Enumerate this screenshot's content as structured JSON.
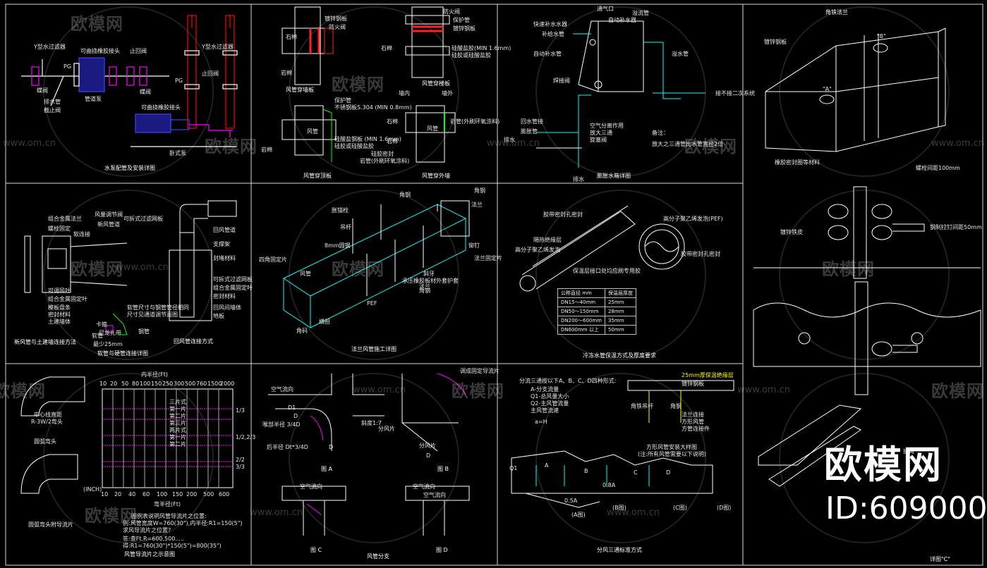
{
  "panels": {
    "p1": {
      "caption": "水泵配管及安装详图",
      "labels": [
        "Y型水过滤器",
        "可曲挠橡胶接头",
        "止回阀",
        "蝶阀",
        "排水管",
        "截止阀",
        "PG",
        "管道泵",
        "蝶阀",
        "Y型水过滤器",
        "止回阀",
        "PG",
        "可曲挠橡胶接头",
        "卧式泵"
      ]
    },
    "p2": {
      "caption_a": "风管穿墙板",
      "caption_b": "风管穿楼板",
      "caption_c": "风管穿顶板",
      "caption_d": "风管穿外墙",
      "labels": [
        "镀锌钢板",
        "防火阀",
        "石棉",
        "岩棉",
        "防火阀",
        "保护管",
        "镀锌钢板",
        "石棉",
        "硅酸盐胶(MIN 1.6mm)",
        "硅胶或硅酸盐胶",
        "保护管",
        "不锈钢板S.304 (MIN 0.8mm)",
        "风管",
        "硅酸盐钢板 (MIN 1.6mm)",
        "硅胶或硅酸盐胶",
        "岩棉",
        "墙内",
        "墙外",
        "石棉",
        "风管",
        "岩管(外刷环氧涂料)",
        "岩棉",
        "硅胶密封",
        "岩管(外刷环氧涂料)"
      ]
    },
    "p3": {
      "caption": "膨胀水箱详图",
      "labels": [
        "通气口",
        "溢流管",
        "自动补水器",
        "快速补水水器",
        "补给水管",
        "自动补水管",
        "焊接阀",
        "回水管接",
        "空气分离作用",
        "放大三通",
        "旋塞阀",
        "排水",
        "膨胀管",
        "溢水管",
        "接不接二次系统",
        "排水",
        "备注：",
        "放大之三通管比水管直径2倍"
      ]
    },
    "p4": {
      "caption": "角铁法兰",
      "labels": [
        "镀锌钢板",
        "\"B\"",
        "\"A\""
      ]
    },
    "p5": {
      "caption_a": "新风管与土建墙连接方法",
      "caption_b": "回风管连接方式",
      "caption_c": "软管与硬管连接详图",
      "labels": [
        "组合金属法兰",
        "螺栓固定",
        "软连接",
        "风量调节阀",
        "可拆式过滤网板",
        "新风管道",
        "可调风叶",
        "组合金属固定叶",
        "模板盘条",
        "密封材料",
        "土建墙体",
        "回风管道",
        "支撑架",
        "封堵材料",
        "可拆式过滤网板",
        "组合金属固定叶",
        "密封材料",
        "回风间墙体",
        "地板",
        "软管尺寸与钢管管径相同",
        "尺寸见通道调节面图",
        "卡箍",
        "尼龙扎带",
        "最少25mm",
        "软管",
        "钢管"
      ]
    },
    "p6": {
      "caption": "法兰风管施工详图",
      "labels": [
        "角钢",
        "胀锚栓",
        "吊杆",
        "8mm圆钢",
        "四角固定片",
        "风管",
        "横担",
        "角码",
        "法兰",
        "铆钉",
        "斜牙",
        "承压橡胶板材外套护套",
        "角钢",
        "PEF",
        "法兰",
        "法兰固定片",
        "角钢"
      ]
    },
    "p7": {
      "caption": "冷冻水管保温方式及厚度要求",
      "labels": [
        "胶带密封孔密封",
        "高分子聚乙烯发泡(PEF)",
        "隔热绝缘层",
        "高分子聚乙烯发泡",
        "保温层接口处均应刷专用胶",
        "胶带密封孔密封"
      ],
      "table": {
        "headers": [
          "公称直径 mm",
          "保温层厚度"
        ],
        "rows": [
          [
            "DN15～40mm",
            "25mm"
          ],
          [
            "DN50～150mm",
            "28mm"
          ],
          [
            "DN200～600mm",
            "35mm"
          ],
          [
            "DN600mm 以上",
            "50mm"
          ]
        ]
      }
    },
    "p8": {
      "caption_top": "螺栓间距100mm",
      "labels": [
        "橡胶密封圈等材料",
        "螺栓间距100mm",
        "镀锌铁皮",
        "钢制拉钉间距50mm",
        "护角"
      ],
      "caption": "详图\"C\""
    },
    "p9": {
      "caption": "风管导流片之示意图",
      "labels": [
        "内半径(Ft)",
        "R-3W/2弯头",
        "中心线直距",
        "圆弧弯头",
        "圆弧弯头附导流片",
        "三片式",
        "第一片",
        "第二片",
        "第三片",
        "两片式",
        "第一片",
        "第二片",
        "(INCH)",
        "弯半径(Ft)",
        "1/3",
        "1/2,2/3",
        "2/2",
        "3/3",
        "图例表说明风管导流片之位置:",
        "例:风管宽度W=760(30\"),内半径:R1=150(5\")",
        "求风导流片之位置?",
        "答:查Ft.R=600,500.....",
        "得:R1=760(30\")*150(5\")=800(35\")"
      ],
      "axis_top": [
        "10",
        "20",
        "50",
        "80",
        "100",
        "150",
        "250",
        "300",
        "500",
        "760",
        "1500",
        "2000"
      ],
      "axis_bottom": [
        "10",
        "20",
        "40",
        "60",
        "100",
        "150",
        "200",
        "500",
        "600"
      ]
    },
    "p10": {
      "caption": "风管分支",
      "caption_a": "图 A",
      "caption_b": "图 B",
      "caption_c": "图 C",
      "caption_d": "图 D",
      "labels": [
        "空气流向",
        "D1",
        "D",
        "喉部半径 3/4D",
        "后半径 Dt*3/4D",
        "斜度1:7",
        "分风片",
        "分风片",
        "调成固定导流片",
        "空气流向",
        "空气流向",
        "空气流向",
        "D",
        "D"
      ]
    },
    "p11": {
      "caption": "分风三通标准方式",
      "labels": [
        "分流三通按以下A、B、C、D四种形式:",
        "A-分支流量",
        "Q1-总风量大小",
        "Q2-主风管流量",
        "主风管流速",
        "a=H",
        "25mm厚保温绝缘层",
        "角铁吊杆",
        "角钢",
        "镀锌钢板",
        "法兰连接",
        "方形风管",
        "方管连接件",
        "方形风管安装大样图",
        "(注:所有风管需要以下说明)",
        "A",
        "B",
        "C",
        "D",
        "Q1",
        "0.8A",
        "0.5A",
        "(A图)",
        "(B图)",
        "(C图)",
        "(D图)"
      ]
    },
    "p12": {
      "labels": [
        "护角"
      ],
      "caption": "详图\"C\""
    }
  },
  "watermark": {
    "brand": "欧模网",
    "url": "www.om.cn",
    "id": "ID:609000"
  }
}
